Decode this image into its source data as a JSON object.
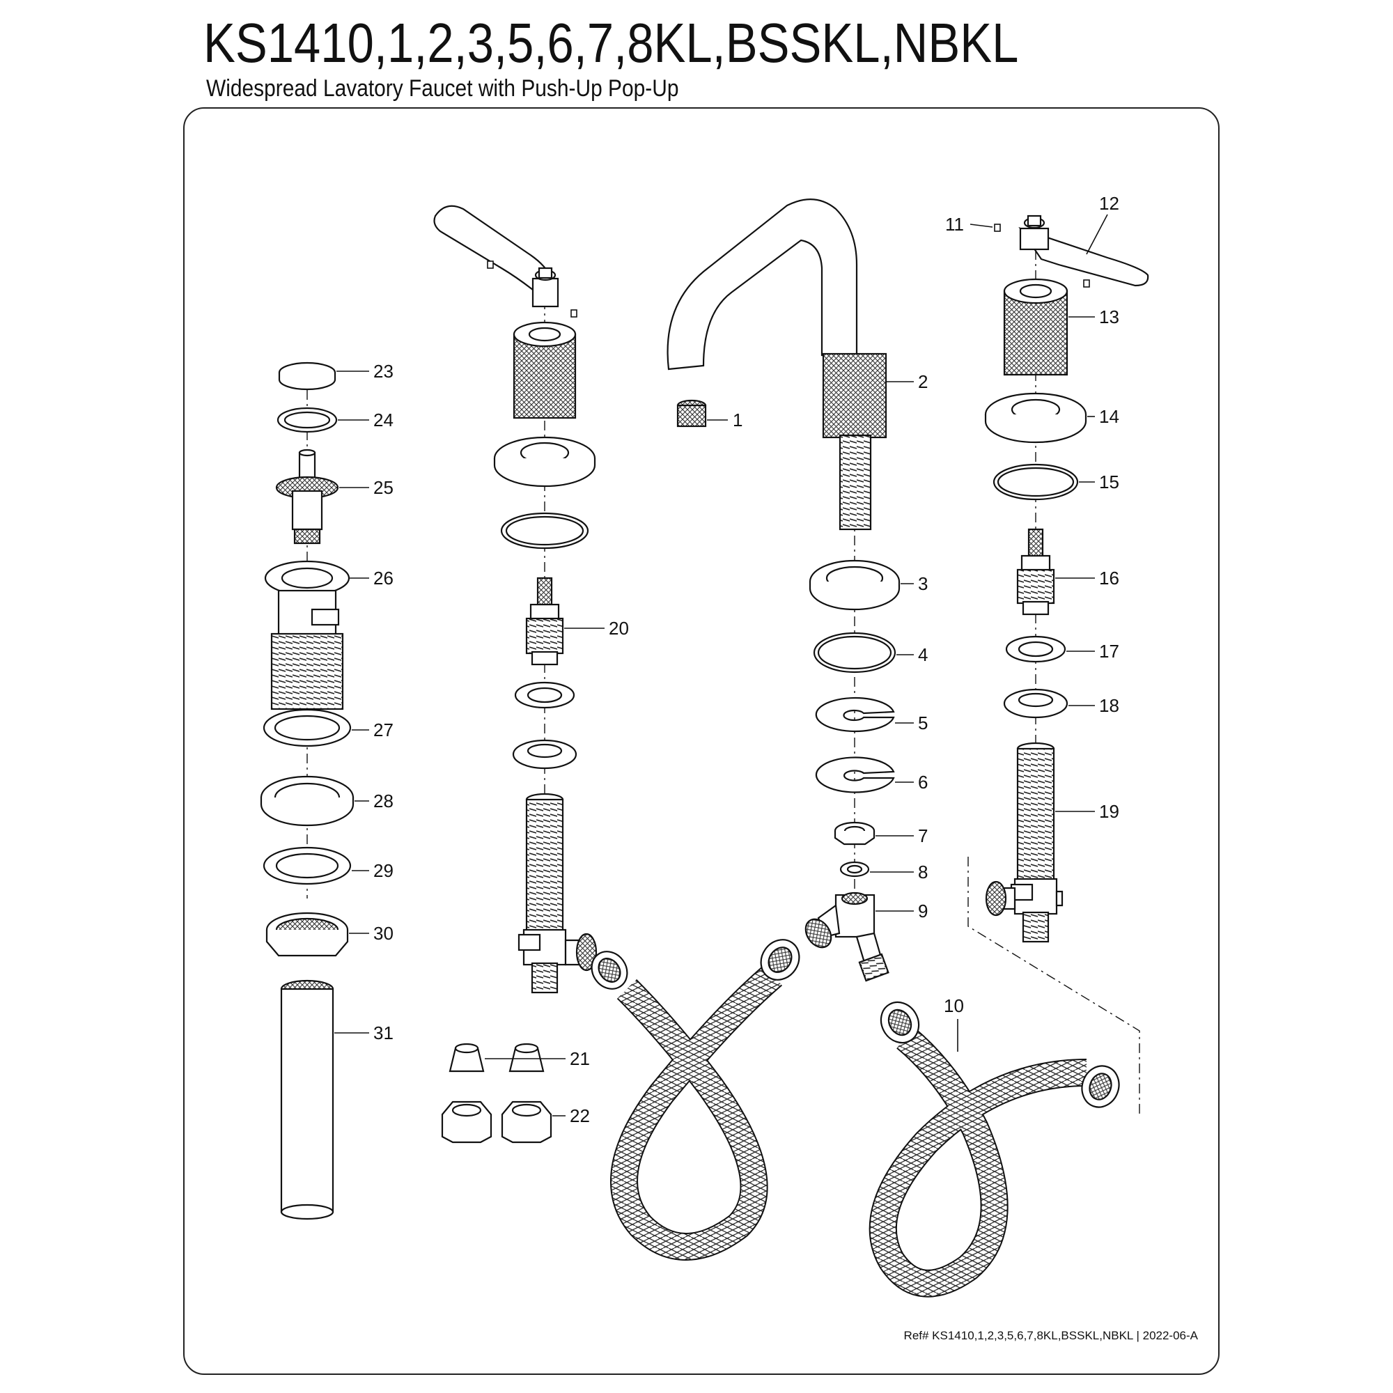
{
  "header": {
    "title": "KS1410,1,2,3,5,6,7,8KL,BSSKL,NBKL",
    "subtitle": "Widespread Lavatory Faucet with Push-Up Pop-Up"
  },
  "footer": {
    "ref": "Ref# KS1410,1,2,3,5,6,7,8KL,BSSKL,NBKL | 2022-06-A"
  },
  "callouts": [
    {
      "id": "c1",
      "label": "1"
    },
    {
      "id": "c2",
      "label": "2"
    },
    {
      "id": "c3",
      "label": "3"
    },
    {
      "id": "c4",
      "label": "4"
    },
    {
      "id": "c5",
      "label": "5"
    },
    {
      "id": "c6",
      "label": "6"
    },
    {
      "id": "c7",
      "label": "7"
    },
    {
      "id": "c8",
      "label": "8"
    },
    {
      "id": "c9",
      "label": "9"
    },
    {
      "id": "c10",
      "label": "10"
    },
    {
      "id": "c11",
      "label": "11"
    },
    {
      "id": "c12",
      "label": "12"
    },
    {
      "id": "c13",
      "label": "13"
    },
    {
      "id": "c14",
      "label": "14"
    },
    {
      "id": "c15",
      "label": "15"
    },
    {
      "id": "c16",
      "label": "16"
    },
    {
      "id": "c17",
      "label": "17"
    },
    {
      "id": "c18",
      "label": "18"
    },
    {
      "id": "c19",
      "label": "19"
    },
    {
      "id": "c20",
      "label": "20"
    },
    {
      "id": "c21",
      "label": "21"
    },
    {
      "id": "c22",
      "label": "22"
    },
    {
      "id": "c23",
      "label": "23"
    },
    {
      "id": "c24",
      "label": "24"
    },
    {
      "id": "c25",
      "label": "25"
    },
    {
      "id": "c26",
      "label": "26"
    },
    {
      "id": "c27",
      "label": "27"
    },
    {
      "id": "c28",
      "label": "28"
    },
    {
      "id": "c29",
      "label": "29"
    },
    {
      "id": "c30",
      "label": "30"
    },
    {
      "id": "c31",
      "label": "31"
    }
  ]
}
